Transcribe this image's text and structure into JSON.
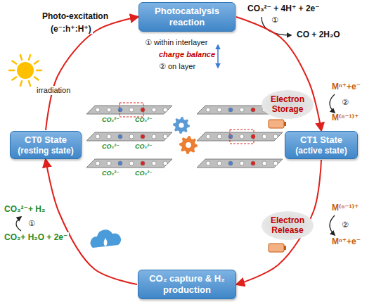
{
  "diagram": {
    "nodes": [
      {
        "text": [
          "Photocatalysis reaction"
        ]
      },
      {
        "text": [
          "CT0 State",
          "(resting state)"
        ]
      },
      {
        "text": [
          "CT1 State",
          "(active state)"
        ]
      },
      {
        "text": [
          "CO₂ capture & H₂ production"
        ]
      }
    ],
    "edges": [
      {
        "from": 0,
        "to": 2,
        "arrow": "to"
      },
      {
        "from": 2,
        "to": 3,
        "arrow": "to"
      },
      {
        "from": 3,
        "to": 1,
        "arrow": "to"
      },
      {
        "from": 1,
        "to": 0,
        "arrow": "to"
      }
    ],
    "labels": [
      "Photo-excitation",
      "(e⁻:h⁺:H⁺)",
      "irradiation",
      "① within interlayer",
      "charge balance",
      "② on layer",
      "CO₃²⁻ + 4H⁺ + 2e⁻",
      "①",
      "CO + 2H₂O",
      "Mⁿ⁺+e⁻",
      "Electron Storage",
      "②",
      "M⁽ⁿ⁻¹⁾⁺",
      "M⁽ⁿ⁻¹⁾⁺",
      "Electron Release",
      "②",
      "Mⁿ⁺+e⁻",
      "CO₃²⁻+ H₂",
      "①",
      "CO₂+ H₂O + 2e⁻",
      "CO₃²⁻",
      "CO₃²⁻",
      "CO₃²⁻",
      "CO₃²⁻",
      "CO₃²⁻",
      "CO₃²⁻"
    ]
  }
}
